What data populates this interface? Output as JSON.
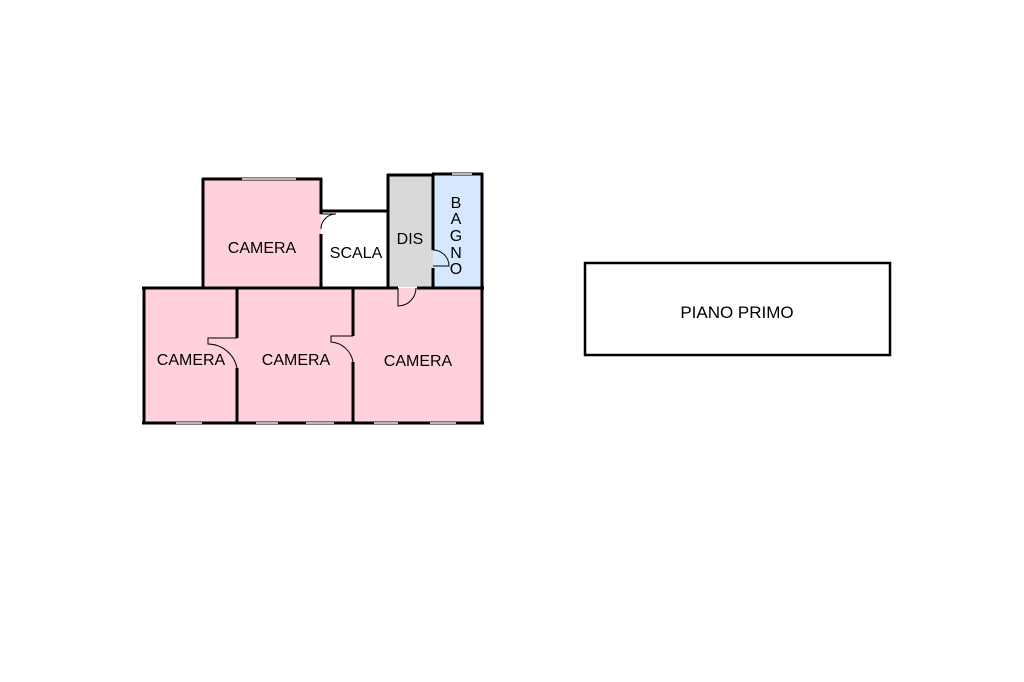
{
  "plan": {
    "floor_title": "PIANO PRIMO",
    "colors": {
      "camera": "#ffd1dc",
      "bagno": "#d6e8ff",
      "dis": "#d9d9d9",
      "scala": "#ffffff",
      "wall": "#000000"
    },
    "rooms": {
      "camera_top": "CAMERA",
      "camera_left": "CAMERA",
      "camera_mid": "CAMERA",
      "camera_right": "CAMERA",
      "scala": "SCALA",
      "dis": "DIS",
      "bagno": [
        "B",
        "A",
        "G",
        "N",
        "O"
      ]
    }
  }
}
